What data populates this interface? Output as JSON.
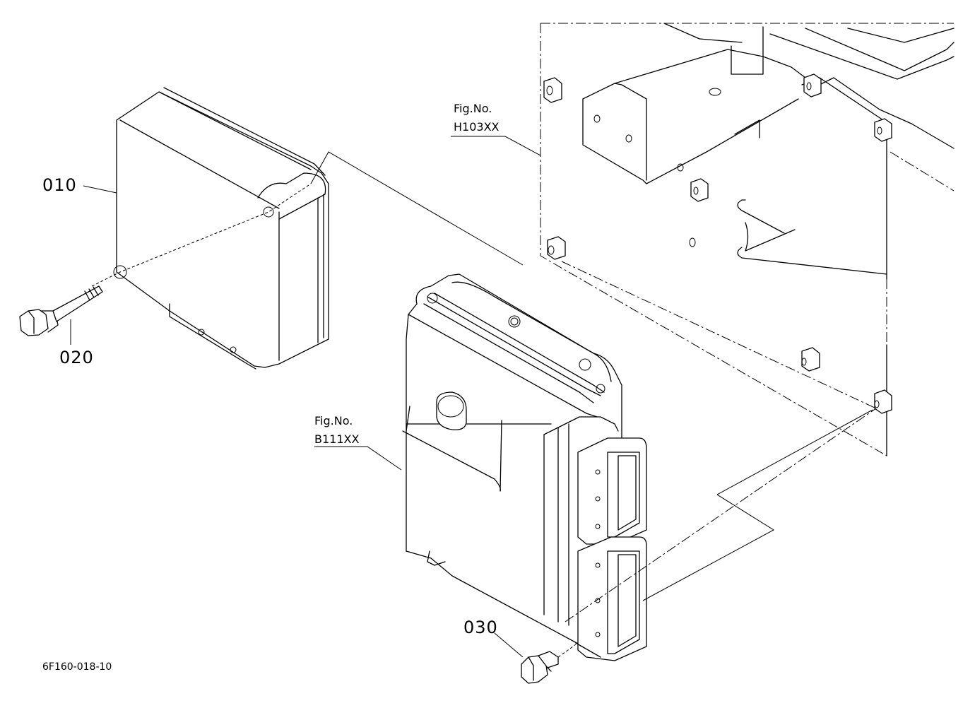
{
  "callouts": {
    "part_010": "010",
    "part_020": "020",
    "part_030": "030"
  },
  "references": {
    "fig_h_label": "Fig.No.",
    "fig_h_code": "H103XX",
    "fig_b_label": "Fig.No.",
    "fig_b_code": "B111XX"
  },
  "drawing_code": "6F160-018-10"
}
